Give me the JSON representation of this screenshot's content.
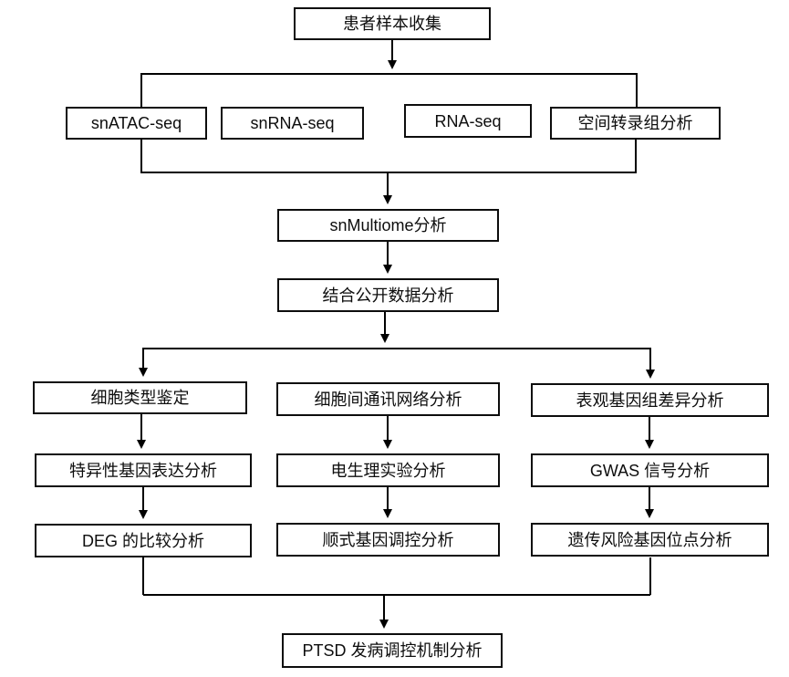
{
  "diagram": {
    "type": "flowchart",
    "colors": {
      "background": "#ffffff",
      "box_fill": "#ffffff",
      "box_border": "#0d0d0d",
      "text": "#0d0d0d",
      "line": "#000000"
    },
    "nodes": {
      "patient_sample": {
        "label": "患者样本收集"
      },
      "snatac_seq": {
        "label": "snATAC-seq"
      },
      "snrna_seq": {
        "label": "snRNA-seq"
      },
      "rna_seq": {
        "label": "RNA-seq"
      },
      "spatial": {
        "label": "空间转录组分析"
      },
      "snmultiome": {
        "label": "snMultiome分析"
      },
      "public_data": {
        "label": "结合公开数据分析"
      },
      "cell_type": {
        "label": "细胞类型鉴定"
      },
      "specific_gene": {
        "label": "特异性基因表达分析"
      },
      "deg_compare": {
        "label": "DEG 的比较分析"
      },
      "cell_comm": {
        "label": "细胞间通讯网络分析"
      },
      "electrophys": {
        "label": "电生理实验分析"
      },
      "cis_gene": {
        "label": "顺式基因调控分析"
      },
      "epigenome": {
        "label": "表观基因组差异分析"
      },
      "gwas": {
        "label": "GWAS 信号分析"
      },
      "genetic_risk": {
        "label": "遗传风险基因位点分析"
      },
      "ptsd": {
        "label": "PTSD 发病调控机制分析"
      }
    },
    "edges": [
      "patient_sample -> snatac_seq",
      "patient_sample -> snrna_seq",
      "patient_sample -> rna_seq",
      "patient_sample -> spatial",
      "snatac_seq -> snmultiome",
      "snrna_seq -> snmultiome",
      "rna_seq -> snmultiome",
      "spatial -> snmultiome",
      "snmultiome -> public_data",
      "public_data -> cell_type",
      "public_data -> cell_comm",
      "public_data -> epigenome",
      "cell_type -> specific_gene",
      "specific_gene -> deg_compare",
      "cell_comm -> electrophys",
      "electrophys -> cis_gene",
      "epigenome -> gwas",
      "gwas -> genetic_risk",
      "deg_compare -> ptsd",
      "cis_gene -> ptsd",
      "genetic_risk -> ptsd"
    ]
  }
}
